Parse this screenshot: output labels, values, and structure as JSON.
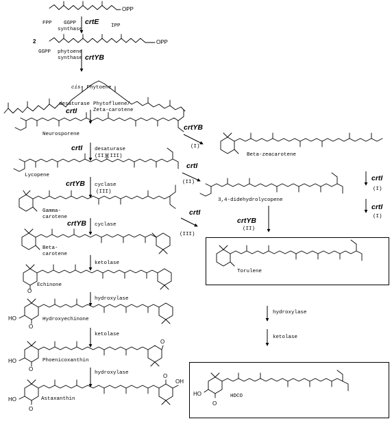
{
  "precursors": {
    "fpp": "FPP",
    "opp_top": "OPP",
    "ggpp_synthase": "GGPP\nsynthase",
    "ipp": "IPP",
    "two": "2",
    "ggpp": "GGPP",
    "opp_mid": "OPP",
    "phytoene_synthase": "phytoene\nsynthase"
  },
  "genes": {
    "crtE": "crtE",
    "crtYB": "crtYB",
    "crtI": "crtI"
  },
  "compounds": {
    "cis_phytoene_prefix": "cis-",
    "cis_phytoene": " Phytoene",
    "neurosporene": "Neurosporene",
    "lycopene": "Lycopene",
    "gamma_carotene": "Gamma-\ncarotene",
    "beta_carotene": "Beta-\ncarotene",
    "echinone": "Echinone",
    "hydroxyechinone": "Hydroxyechinone",
    "phoenicoxanthin": "Phoenicoxanthin",
    "astaxanthin": "Astaxanthin",
    "beta_zeacarotene": "Beta-zeacarotene",
    "didehydrolycopene": "3,4-didehydrolycopene",
    "torulene": "Torulene",
    "hdco": "HDCO"
  },
  "enzymes": {
    "desaturase_phyto": "desaturase",
    "phytofluene": "Phytofluene/\nZeta-carotene",
    "desaturase_lyco": "desaturase",
    "desaturase_steps": "(II)(III)",
    "cyclase_gamma": "cyclase",
    "cyclase_gamma_step": "(III)",
    "cyclase_beta": "cyclase",
    "ketolase1": "ketolase",
    "hydroxylase1": "hydroxylase",
    "ketolase2": "ketolase",
    "hydroxylase2": "hydroxylase",
    "hydroxylase_right": "hydroxylase",
    "ketolase_right": "ketolase"
  },
  "steps": {
    "I": "(I)",
    "II": "(II)",
    "III": "(III)"
  },
  "atoms": {
    "O": "O",
    "HO": "HO",
    "OH": "OH"
  }
}
